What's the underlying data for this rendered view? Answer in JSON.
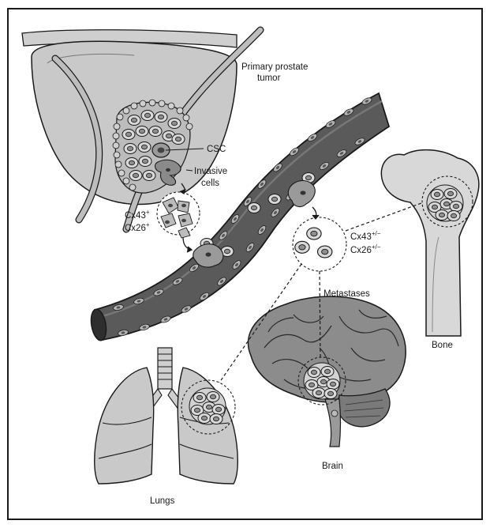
{
  "labels": {
    "primary_tumor_line1": "Primary prostate",
    "primary_tumor_line2": "tumor",
    "csc": "CSC",
    "invasive_line1": "Invasive",
    "invasive_line2": "cells",
    "cx43_left": "Cx43",
    "cx43_left_sup": "+",
    "cx26_left": "Cx26",
    "cx26_left_sup": "+",
    "cx43_right": "Cx43",
    "cx43_right_sup": "+/−",
    "cx26_right": "Cx26",
    "cx26_right_sup": "+/−",
    "metastases": "Metastases",
    "bone": "Bone",
    "brain": "Brain",
    "lungs": "Lungs"
  },
  "colors": {
    "outline": "#1a1a1a",
    "organ_fill": "#cfcfcf",
    "organ_light": "#e3e3e3",
    "vessel_fill": "#5e5e5e",
    "vessel_light": "#8a8a8a",
    "cell_fill": "#d6d6d6",
    "nucleus_fill": "#9a9a9a"
  }
}
